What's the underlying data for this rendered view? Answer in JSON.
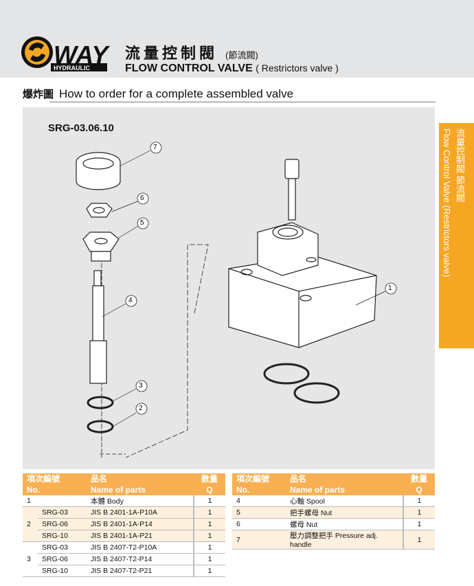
{
  "header": {
    "brand": "WAY",
    "brand_sub": "HYDRAULIC",
    "title_cn": "流量控制閥",
    "title_cn_sub": "(節流閥)",
    "title_en": "FLOW CONTROL VALVE",
    "title_en_sub": "( Restrictors valve )"
  },
  "section": {
    "title_cn": "爆炸圖",
    "title_en": "How to order for a complete assembled valve"
  },
  "diagram": {
    "model": "SRG-03.06.10",
    "callouts": [
      "1",
      "2",
      "3",
      "4",
      "5",
      "6",
      "7"
    ]
  },
  "side_tab": {
    "cn": "流量控制閥 節流閥",
    "en": "Flow Control Valve (Restrictors valve)"
  },
  "table_headers": {
    "no_cn": "項次編號",
    "no_en": "No.",
    "name_cn": "品名",
    "name_en": "Name of parts",
    "q_cn": "數量",
    "q_en": "Q"
  },
  "left_table": [
    {
      "no": "1",
      "sub": "",
      "name": "本體 Body",
      "q": "1"
    },
    {
      "no": "2",
      "sub": "SRG-03",
      "name": "JIS B 2401-1A-P10A",
      "q": "1"
    },
    {
      "no": "",
      "sub": "SRG-06",
      "name": "JIS B 2401-1A-P14",
      "q": "1"
    },
    {
      "no": "",
      "sub": "SRG-10",
      "name": "JIS B 2401-1A-P21",
      "q": "1"
    },
    {
      "no": "3",
      "sub": "SRG-03",
      "name": "JIS B 2407-T2-P10A",
      "q": "1"
    },
    {
      "no": "",
      "sub": "SRG-06",
      "name": "JIS B 2407-T2-P14",
      "q": "1"
    },
    {
      "no": "",
      "sub": "SRG-10",
      "name": "JIS B 2407-T2-P21",
      "q": "1"
    }
  ],
  "right_table": [
    {
      "no": "4",
      "name": "心軸 Spool",
      "q": "1"
    },
    {
      "no": "5",
      "name": "把手螺母 Nut",
      "q": "1"
    },
    {
      "no": "6",
      "name": "螺母 Nut",
      "q": "1"
    },
    {
      "no": "7",
      "name": "壓力調整把手 Pressure adj. handle",
      "q": "1"
    }
  ],
  "colors": {
    "accent": "#f5a623",
    "header_bg": "#e4e5e6"
  }
}
